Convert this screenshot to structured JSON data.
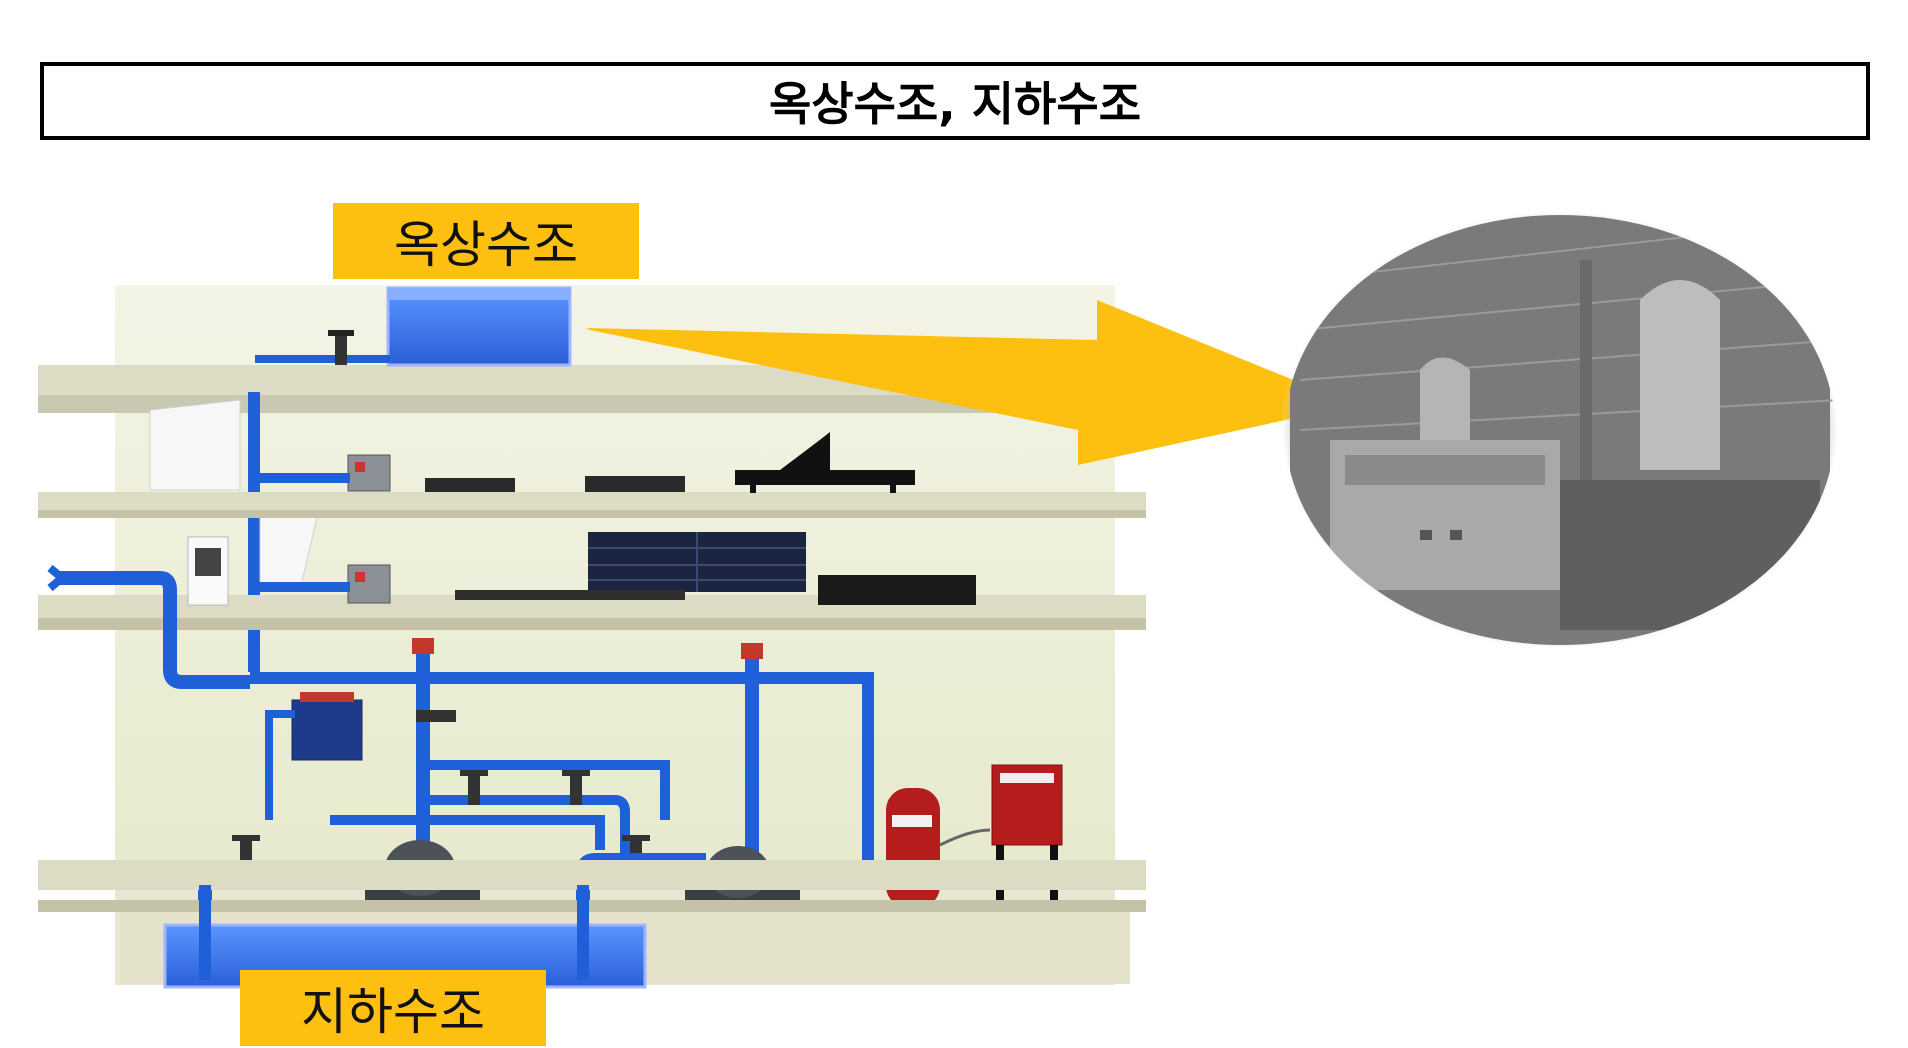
{
  "title": "옥상수조, 지하수조",
  "labels": {
    "rooftop_tank": "옥상수조",
    "underground_tank": "지하수조"
  },
  "colors": {
    "label_bg": "#fdc010",
    "arrow": "#fdc010",
    "pipe": "#1f5fd8",
    "water": "#3c7cf0",
    "building_wall": "#eef0d8",
    "floor_slab": "#e2e1cc"
  },
  "icons": [
    "arrow-icon",
    "pump-icon",
    "valve-icon",
    "pressure-tank-icon",
    "control-panel-icon",
    "piano-icon"
  ]
}
